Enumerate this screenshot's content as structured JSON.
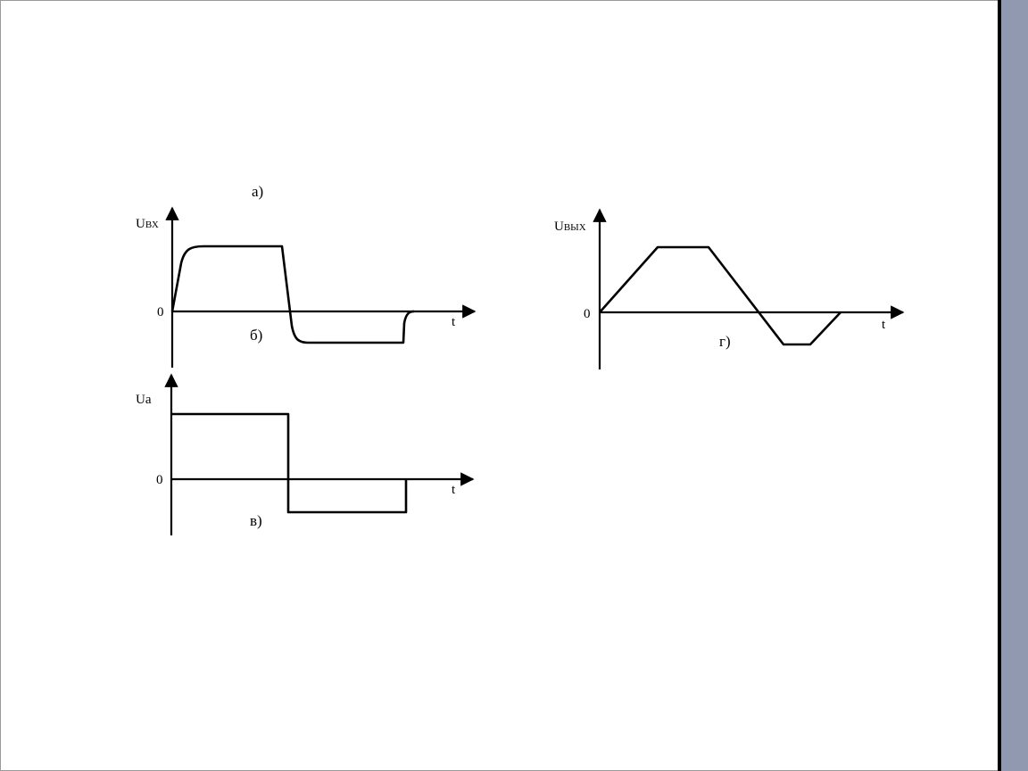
{
  "colors": {
    "background": "#ffffff",
    "scrollbar": "#9199b0",
    "ink": "#000000"
  },
  "panels": {
    "a": {
      "caption": "а)"
    },
    "b": {
      "caption": "б)",
      "y_label_main": "U",
      "y_label_sub": "ВХ",
      "origin": "0",
      "x_label": "t"
    },
    "v": {
      "caption": "в)",
      "y_label_main": "Ua",
      "origin": "0",
      "x_label": "t"
    },
    "g": {
      "caption": "г)",
      "y_label_main": "U",
      "y_label_sub": "ВЫХ",
      "origin": "0",
      "x_label": "t"
    }
  }
}
